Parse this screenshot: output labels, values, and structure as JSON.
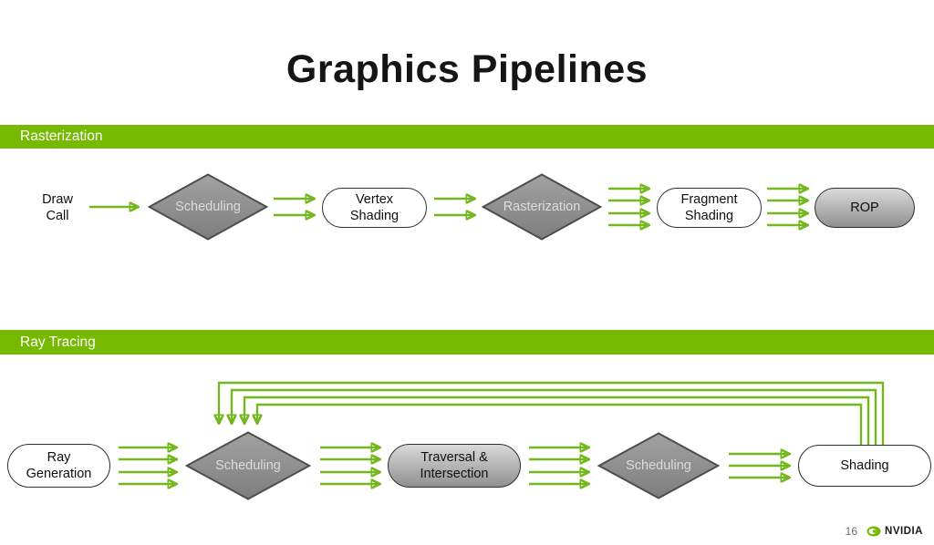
{
  "slide": {
    "title": "Graphics Pipelines"
  },
  "sections": {
    "rasterization": {
      "label": "Rasterization",
      "nodes": {
        "draw_call": "Draw\nCall",
        "scheduling": "Scheduling",
        "vertex_shading": "Vertex\nShading",
        "rasterization": "Rasterization",
        "fragment_shading": "Fragment\nShading",
        "rop": "ROP"
      }
    },
    "ray_tracing": {
      "label": "Ray Tracing",
      "nodes": {
        "ray_generation": "Ray\nGeneration",
        "scheduling_1": "Scheduling",
        "traversal_intersection": "Traversal &\nIntersection",
        "scheduling_2": "Scheduling",
        "shading": "Shading"
      }
    }
  },
  "footer": {
    "page_number": "16",
    "brand": "NVIDIA"
  },
  "colors": {
    "nvidia_green": "#76b900",
    "arrow_green": "#74b71e",
    "diamond_gray": "#8f8f8f",
    "gradient_node_top": "#dadada",
    "gradient_node_bottom": "#909090",
    "node_border": "#2d2d2d"
  }
}
